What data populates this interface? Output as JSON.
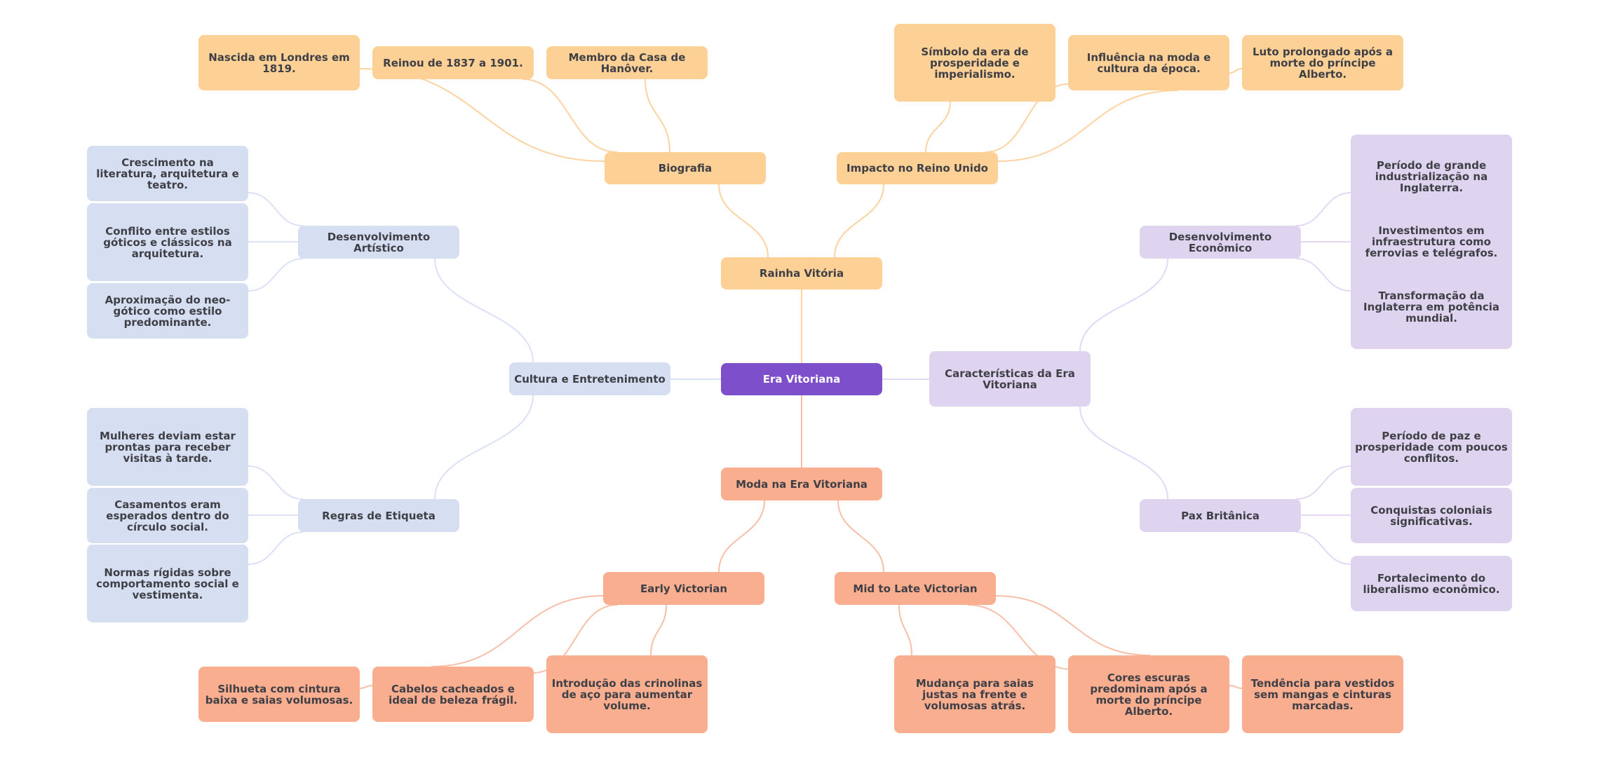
{
  "title": "Mind map: Era Vitoriana",
  "colors": {
    "root": "#7e4fcb",
    "orange": "#fdd095",
    "orange_edge": "#fcd3a0",
    "salmon": "#f9ae90",
    "salmon_edge": "#f8bfa8",
    "blue": "#d6def2",
    "blue_edge": "#dbe2f5",
    "purple": "#dfd4f0",
    "purple_edge": "#e3d9f5",
    "text": "#3f3f46",
    "root_text": "#ffffff"
  },
  "root": {
    "label": "Era Vitoriana"
  },
  "branches": {
    "rainha": {
      "label": "Rainha Vitória",
      "biografia": {
        "label": "Biografia",
        "items": [
          "Nascida em Londres em 1819.",
          "Reinou de 1837 a 1901.",
          "Membro da Casa de Hanôver."
        ]
      },
      "impacto": {
        "label": "Impacto no Reino Unido",
        "items": [
          "Símbolo da era de prosperidade e imperialismo.",
          "Influência na moda e cultura da época.",
          "Luto prolongado após a morte do príncipe Alberto."
        ]
      }
    },
    "cultura": {
      "label": "Cultura e Entretenimento",
      "artistico": {
        "label": "Desenvolvimento Artístico",
        "items": [
          "Crescimento na literatura, arquitetura e teatro.",
          "Conflito entre estilos góticos e clássicos na arquitetura.",
          "Aproximação do neo-gótico como estilo predominante."
        ]
      },
      "etiqueta": {
        "label": "Regras de Etiqueta",
        "items": [
          "Mulheres deviam estar prontas para receber visitas à tarde.",
          "Casamentos eram esperados dentro do círculo social.",
          "Normas rígidas sobre comportamento social e vestimenta."
        ]
      }
    },
    "caracteristicas": {
      "label": "Características da Era Vitoriana",
      "economico": {
        "label": "Desenvolvimento Econômico",
        "items": [
          "Período de grande industrialização na Inglaterra.",
          "Investimentos em infraestrutura como ferrovias e telégrafos.",
          "Transformação da Inglaterra em potência mundial."
        ]
      },
      "pax": {
        "label": "Pax Britânica",
        "items": [
          "Período de paz e prosperidade com poucos conflitos.",
          "Conquistas coloniais significativas.",
          "Fortalecimento do liberalismo econômico."
        ]
      }
    },
    "moda": {
      "label": "Moda na Era Vitoriana",
      "early": {
        "label": "Early Victorian",
        "items": [
          "Silhueta com cintura baixa e saias volumosas.",
          "Cabelos cacheados e ideal de beleza frágil.",
          "Introdução das crinolinas de aço para aumentar volume."
        ]
      },
      "late": {
        "label": "Mid to Late Victorian",
        "items": [
          "Mudança para saias justas na frente e volumosas atrás.",
          "Cores escuras predominam após a morte do príncipe Alberto.",
          "Tendência para vestidos sem mangas e cinturas marcadas."
        ]
      }
    }
  }
}
